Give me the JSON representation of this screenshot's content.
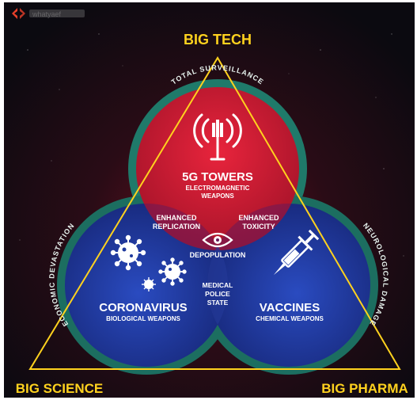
{
  "watermark": {
    "text": "whatyaef"
  },
  "corners": {
    "top": "BIG TECH",
    "left": "BIG SCIENCE",
    "right": "BIG PHARMA"
  },
  "arcs": {
    "top": "TOTAL SURVEILLANCE",
    "left": "ECONOMIC DEVASTATION",
    "right": "NEUROLOGICAL DAMAGE"
  },
  "circles": {
    "top": {
      "title": "5G TOWERS",
      "subtitle_line1": "ELECTROMAGNETIC",
      "subtitle_line2": "WEAPONS",
      "icon": "cell-tower-icon"
    },
    "left": {
      "title": "CORONAVIRUS",
      "subtitle": "BIOLOGICAL WEAPONS",
      "icon": "virus-icon"
    },
    "right": {
      "title": "VACCINES",
      "subtitle": "CHEMICAL WEAPONS",
      "icon": "syringe-icon"
    }
  },
  "overlaps": {
    "top_left": {
      "line1": "ENHANCED",
      "line2": "REPLICATION"
    },
    "top_right": {
      "line1": "ENHANCED",
      "line2": "TOXICITY"
    },
    "bottom": {
      "line1": "MEDICAL",
      "line2": "POLICE",
      "line3": "STATE"
    },
    "center": {
      "label": "DEPOPULATION",
      "icon": "eye-icon"
    }
  },
  "colors": {
    "background": "#140a10",
    "red": "#d11c33",
    "blue": "#1f3a9e",
    "teal": "#1f7a6a",
    "yellow": "#ffd21e"
  }
}
